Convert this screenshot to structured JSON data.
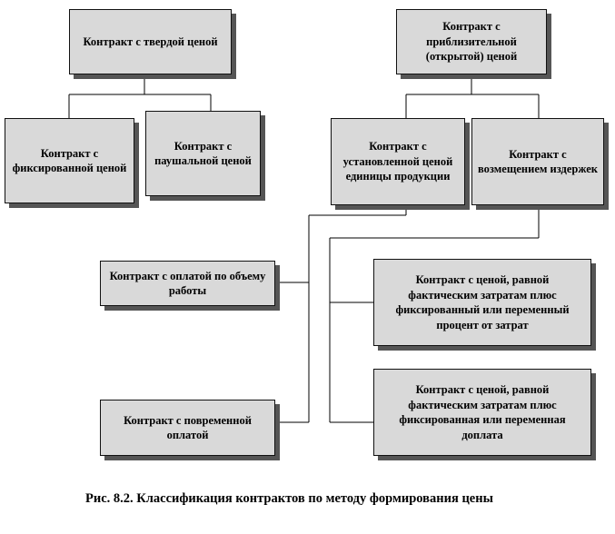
{
  "boxes": {
    "fixed_price": "Контракт с твердой ценой",
    "approx_price": "Контракт с приблизительной (открытой) ценой",
    "fixed_fixed": "Контракт с фиксированной ценой",
    "lump_sum": "Контракт с паушальной ценой",
    "unit_price": "Контракт с установленной ценой единицы продукции",
    "cost_reimb": "Контракт с возмещением издержек",
    "work_volume": "Контракт с оплатой по объему работы",
    "time_pay": "Контракт с повременной оплатой",
    "cost_plus_percent": "Контракт с ценой, равной фактическим затратам плюс фиксированный или переменный процент от затрат",
    "cost_plus_fee": "Контракт с ценой, равной фактическим затратам плюс фиксированная или переменная доплата"
  },
  "caption": "Рис. 8.2. Классификация контрактов по методу формирования цены"
}
